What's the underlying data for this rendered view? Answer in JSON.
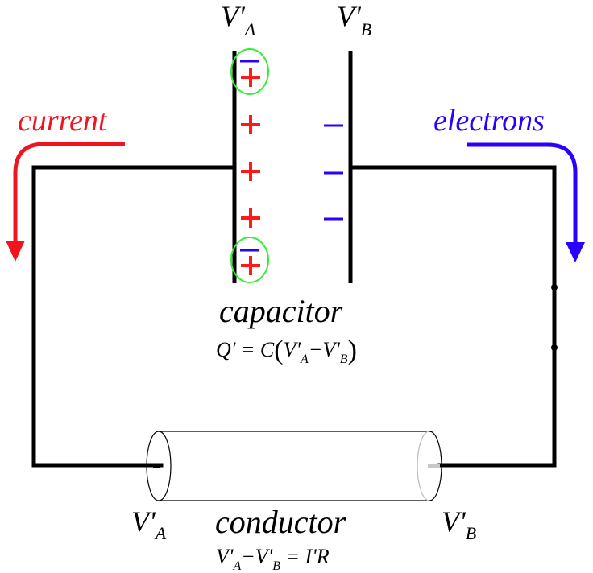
{
  "title": "Capacitor discharging through a conductor",
  "colors": {
    "wire": "#000000",
    "current": "#f0141e",
    "electrons": "#2a00ff",
    "positive_charge": "#ff1a1a",
    "negative_charge": "#2a00ff",
    "highlight_ring": "#33ee33",
    "conductor_far_end": "#c0c0c0"
  },
  "labels": {
    "current": "current",
    "electrons": "electrons",
    "capacitor": "capacitor",
    "conductor": "conductor",
    "plate_a": {
      "main": "V'",
      "sub": "A"
    },
    "plate_b": {
      "main": "V'",
      "sub": "B"
    },
    "conductor_end_a": {
      "main": "V'",
      "sub": "A"
    },
    "conductor_end_b": {
      "main": "V'",
      "sub": "B"
    }
  },
  "equations": {
    "capacitor": {
      "lhs": "Q' = C",
      "open": "(",
      "v1": "V'",
      "s1": "A",
      "minus": "−",
      "v2": "V'",
      "s2": "B",
      "close": ")"
    },
    "conductor": {
      "v1": "V'",
      "s1": "A",
      "minus": "−",
      "v2": "V'",
      "s2": "B",
      "rhs": " = I'R"
    }
  },
  "charges": {
    "plate_a": [
      "+",
      "+",
      "+",
      "+",
      "+"
    ],
    "plate_a_circled_neutralized": [
      0,
      4
    ],
    "plate_b": [
      "−",
      "−",
      "−"
    ],
    "circle_inner_negative": "−"
  }
}
